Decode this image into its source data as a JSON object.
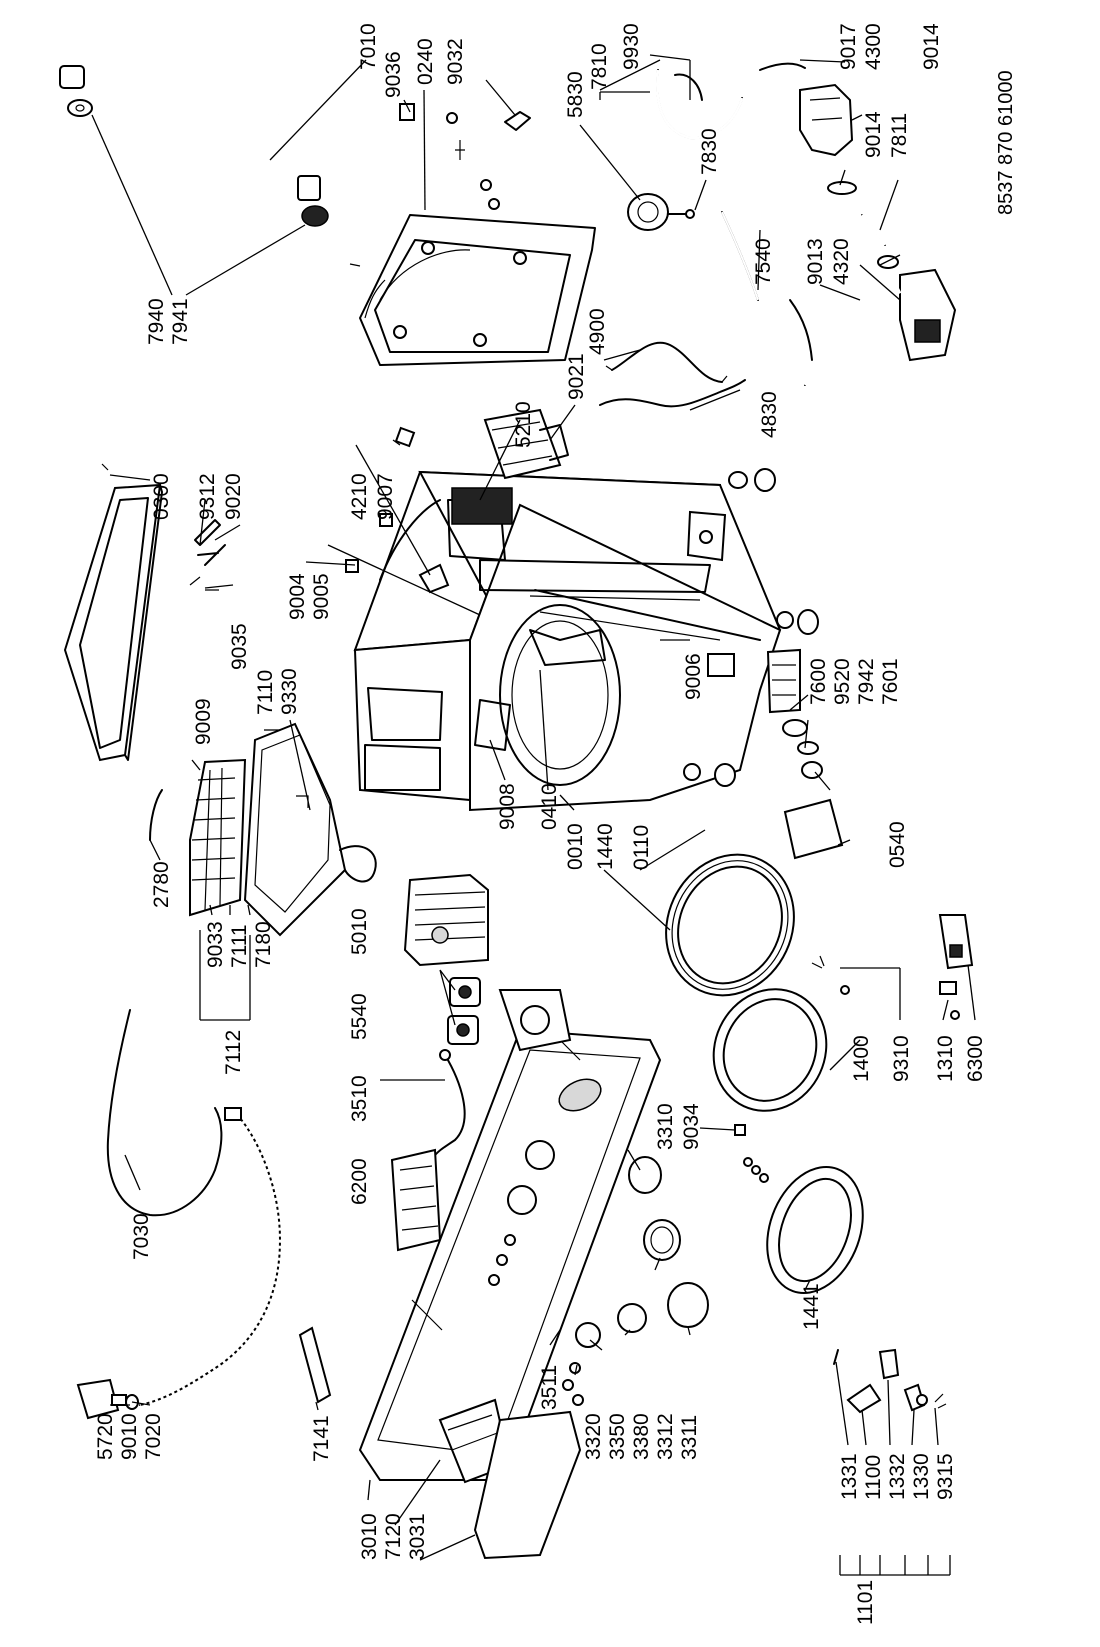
{
  "document_number": "8537 870 61000",
  "part_numbers": {
    "p7940": "7940",
    "p7941": "7941",
    "p7010": "7010",
    "p9036": "9036",
    "p0240": "0240",
    "p9032": "9032",
    "p5830": "5830",
    "p7810": "7810",
    "p9930": "9930",
    "p9017": "9017",
    "p4300": "4300",
    "p9014a": "9014",
    "p7811": "7811",
    "p9014b": "9014",
    "p7830": "7830",
    "p7540": "7540",
    "p9013": "9013",
    "p4320": "4320",
    "p9021": "9021",
    "p4900": "4900",
    "p4830": "4830",
    "p0300": "0300",
    "p9312": "9312",
    "p9020": "9020",
    "p5210": "5210",
    "p4210": "4210",
    "p9007": "9007",
    "p9004": "9004",
    "p9005": "9005",
    "p9035": "9035",
    "p9009": "9009",
    "p7110": "7110",
    "p9330": "9330",
    "p9006": "9006",
    "p7600": "7600",
    "p9520": "9520",
    "p7942": "7942",
    "p7601": "7601",
    "p2780": "2780",
    "p9033": "9033",
    "p7111": "7111",
    "p7180": "7180",
    "p7112": "7112",
    "p9008": "9008",
    "p0410": "0410",
    "p0010": "0010",
    "p1440": "1440",
    "p0110": "0110",
    "p0540": "0540",
    "p5010": "5010",
    "p5540": "5540",
    "p9310": "9310",
    "p1310": "1310",
    "p6300": "6300",
    "p1400": "1400",
    "p7030": "7030",
    "p3510": "3510",
    "p6200": "6200",
    "p3310": "3310",
    "p9034": "9034",
    "p1441": "1441",
    "p5720": "5720",
    "p9010": "9010",
    "p7020": "7020",
    "p7141": "7141",
    "p3511": "3511",
    "p3010": "3010",
    "p7120": "7120",
    "p3031": "3031",
    "p3320": "3320",
    "p3350": "3350",
    "p3380": "3380",
    "p3312": "3312",
    "p3311": "3311",
    "p1331": "1331",
    "p1100": "1100",
    "p1332": "1332",
    "p1330": "1330",
    "p9315": "9315",
    "p1101": "1101"
  }
}
